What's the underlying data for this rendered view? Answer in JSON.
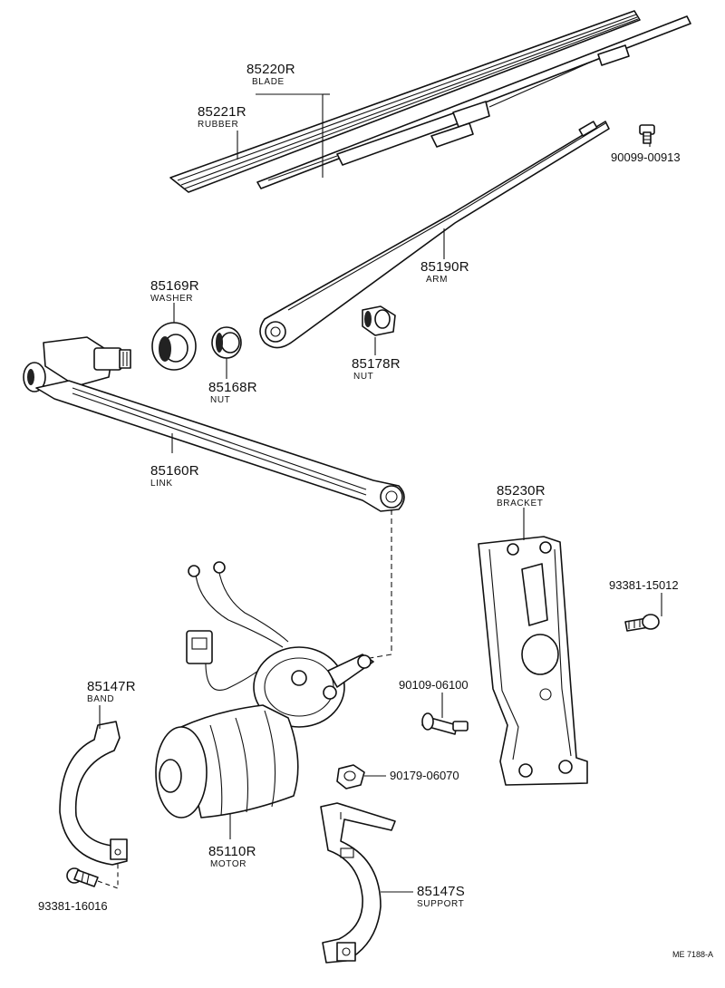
{
  "parts": [
    {
      "id": "blade",
      "number": "85220R",
      "name": "BLADE"
    },
    {
      "id": "rubber",
      "number": "85221R",
      "name": "RUBBER"
    },
    {
      "id": "bolt-90099",
      "number": "90099-00913",
      "name": ""
    },
    {
      "id": "arm",
      "number": "85190R",
      "name": "ARM"
    },
    {
      "id": "washer",
      "number": "85169R",
      "name": "WASHER"
    },
    {
      "id": "nut-85168",
      "number": "85168R",
      "name": "NUT"
    },
    {
      "id": "nut-85178",
      "number": "85178R",
      "name": "NUT"
    },
    {
      "id": "link",
      "number": "85160R",
      "name": "LINK"
    },
    {
      "id": "bracket",
      "number": "85230R",
      "name": "BRACKET"
    },
    {
      "id": "bolt-93381-15012",
      "number": "93381-15012",
      "name": ""
    },
    {
      "id": "band",
      "number": "85147R",
      "name": "BAND"
    },
    {
      "id": "bolt-90109",
      "number": "90109-06100",
      "name": ""
    },
    {
      "id": "nut-90179",
      "number": "90179-06070",
      "name": ""
    },
    {
      "id": "motor",
      "number": "85110R",
      "name": "MOTOR"
    },
    {
      "id": "support",
      "number": "85147S",
      "name": "SUPPORT"
    },
    {
      "id": "bolt-93381-16016",
      "number": "93381-16016",
      "name": ""
    }
  ],
  "reference_code": "ME 7188-A"
}
